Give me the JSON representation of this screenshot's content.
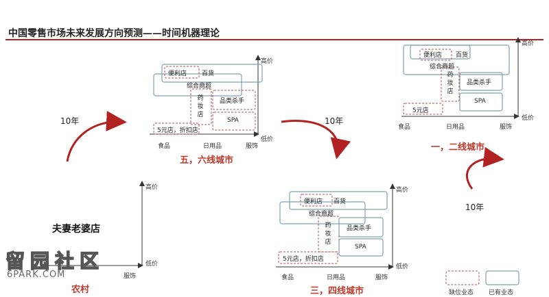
{
  "title": "中国零售市场未来发展方向预测——时间机器理论",
  "axis": {
    "high_price": "高价",
    "low_price": "低价",
    "food": "食品",
    "daily": "日用品",
    "apparel": "服饰"
  },
  "boxes": {
    "convenience": "便利店",
    "department": "百货",
    "hypermarket": "综合商超",
    "drugstore": "药妆店",
    "category_killer": "品类杀手",
    "spa": "SPA",
    "five_yuan": "5元店",
    "five_yuan_discount": "5元店，折扣店"
  },
  "panels": {
    "tier12": "一，二线城市",
    "tier56": "五，六线城市",
    "tier34": "三，四线城市",
    "rural": "农村"
  },
  "rural_store": "夫妻老婆店",
  "years": "10年",
  "legend": {
    "missing": "缺位业态",
    "existing": "已有业态"
  },
  "watermark": {
    "cn": "留园社区",
    "en": "6PARK.COM"
  },
  "colors": {
    "accent": "#b22222",
    "existing_border": "#7f9fb5",
    "missing_border": "#b05050"
  }
}
